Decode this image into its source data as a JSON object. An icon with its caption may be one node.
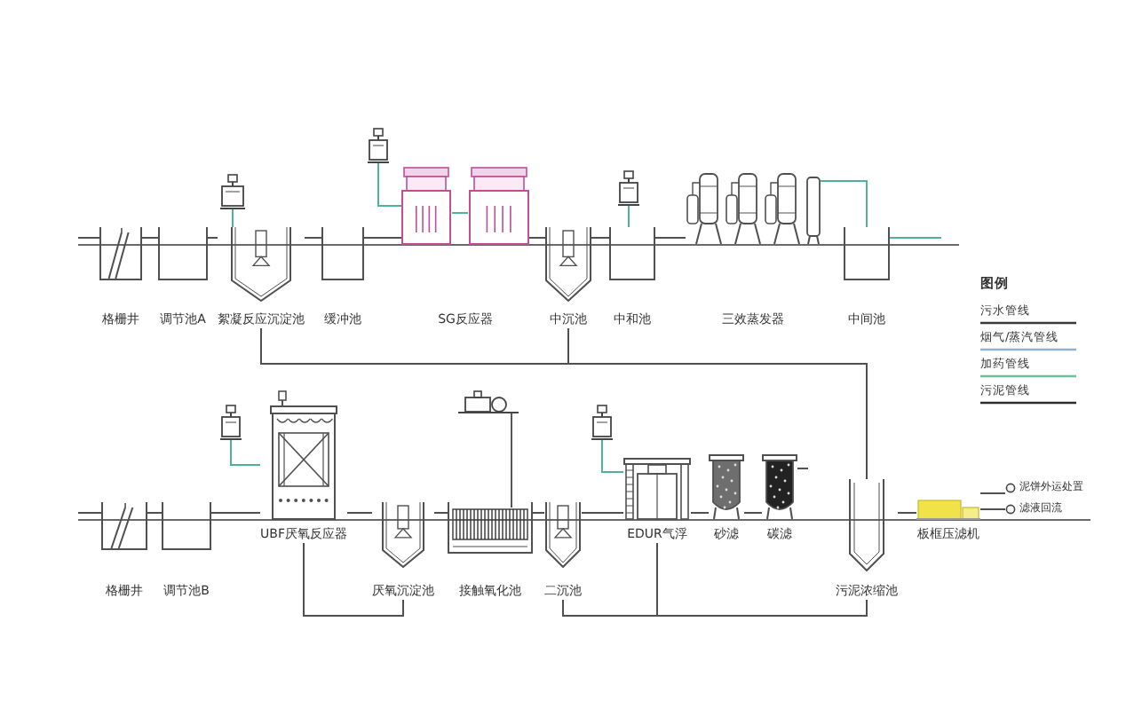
{
  "diagram": {
    "nodes": [
      {
        "text": [
          "格栅井"
        ]
      },
      {
        "text": [
          "调节池A"
        ]
      },
      {
        "text": [],
        "shape": "picture"
      },
      {
        "text": [
          "絮凝反应沉淀池"
        ]
      },
      {
        "text": [
          "缓冲池"
        ]
      },
      {
        "text": [],
        "shape": "picture"
      },
      {
        "text": [
          "SG反应器"
        ]
      },
      {
        "text": [
          "中沉池"
        ]
      },
      {
        "text": [],
        "shape": "picture"
      },
      {
        "text": [
          "中和池"
        ]
      },
      {
        "text": [
          "三效蒸发器"
        ]
      },
      {
        "text": [
          "中间池"
        ]
      },
      {
        "text": [
          "格栅井"
        ]
      },
      {
        "text": [
          "调节池B"
        ]
      },
      {
        "text": [],
        "shape": "picture"
      },
      {
        "text": [
          "UBF厌氧反应器"
        ]
      },
      {
        "text": [
          "厌氧沉淀池"
        ]
      },
      {
        "text": [
          "接触氧化池"
        ]
      },
      {
        "text": [
          "二沉池"
        ]
      },
      {
        "text": [],
        "shape": "picture"
      },
      {
        "text": [
          "EDUR气浮"
        ]
      },
      {
        "text": [
          "砂滤"
        ]
      },
      {
        "text": [
          "碳滤"
        ]
      },
      {
        "text": [
          "污泥浓缩池"
        ]
      },
      {
        "text": [
          "板框压滤机"
        ]
      },
      {
        "text": [
          "泥饼外运处置"
        ]
      },
      {
        "text": [
          "滤液回流"
        ]
      }
    ],
    "edges": [
      {
        "from": null,
        "to": 0,
        "arrow": "none"
      },
      {
        "from": 0,
        "to": 1,
        "arrow": "none"
      },
      {
        "from": 1,
        "to": 3,
        "arrow": "none"
      },
      {
        "from": 3,
        "to": 4,
        "arrow": "none"
      },
      {
        "from": 4,
        "to": 6,
        "arrow": "none"
      },
      {
        "from": 6,
        "to": 7,
        "arrow": "none"
      },
      {
        "from": 7,
        "to": 9,
        "arrow": "none"
      },
      {
        "from": 9,
        "to": 10,
        "arrow": "none"
      },
      {
        "from": 10,
        "to": 11,
        "arrow": "none",
        "color": "#4db39a"
      },
      {
        "from": 11,
        "to": null,
        "arrow": "none",
        "color": "#4db39a"
      },
      {
        "from": 2,
        "to": 3,
        "arrow": "none",
        "color": "#4db39a"
      },
      {
        "from": 5,
        "to": 6,
        "arrow": "none",
        "color": "#4db39a"
      },
      {
        "from": 8,
        "to": 9,
        "arrow": "none",
        "color": "#4db39a"
      },
      {
        "from": 3,
        "to": 23,
        "arrow": "none"
      },
      {
        "from": 7,
        "to": 23,
        "arrow": "none"
      },
      {
        "from": null,
        "to": 12,
        "arrow": "none"
      },
      {
        "from": 12,
        "to": 13,
        "arrow": "none"
      },
      {
        "from": 13,
        "to": 15,
        "arrow": "none"
      },
      {
        "from": 15,
        "to": 16,
        "arrow": "none"
      },
      {
        "from": 16,
        "to": 17,
        "arrow": "none"
      },
      {
        "from": 17,
        "to": 18,
        "arrow": "none"
      },
      {
        "from": 18,
        "to": 20,
        "arrow": "none"
      },
      {
        "from": 20,
        "to": 21,
        "arrow": "none"
      },
      {
        "from": 21,
        "to": 22,
        "arrow": "none"
      },
      {
        "from": 22,
        "to": null,
        "arrow": "none"
      },
      {
        "from": 14,
        "to": 15,
        "arrow": "none",
        "color": "#4db39a"
      },
      {
        "from": 19,
        "to": 20,
        "arrow": "none",
        "color": "#4db39a"
      },
      {
        "from": 16,
        "to": 15,
        "arrow": "none"
      },
      {
        "from": 18,
        "to": 23,
        "arrow": "none"
      },
      {
        "from": 20,
        "to": 23,
        "arrow": "none"
      },
      {
        "from": 23,
        "to": 24,
        "arrow": "none"
      },
      {
        "from": 24,
        "to": 25,
        "arrow": "none"
      },
      {
        "from": 24,
        "to": 26,
        "arrow": "none"
      }
    ],
    "labels": [
      "图例"
    ],
    "legend": [
      {
        "text": "污水管线"
      },
      {
        "text": "烟气/蒸汽管线"
      },
      {
        "text": "加药管线"
      },
      {
        "text": "污泥管线"
      }
    ]
  }
}
